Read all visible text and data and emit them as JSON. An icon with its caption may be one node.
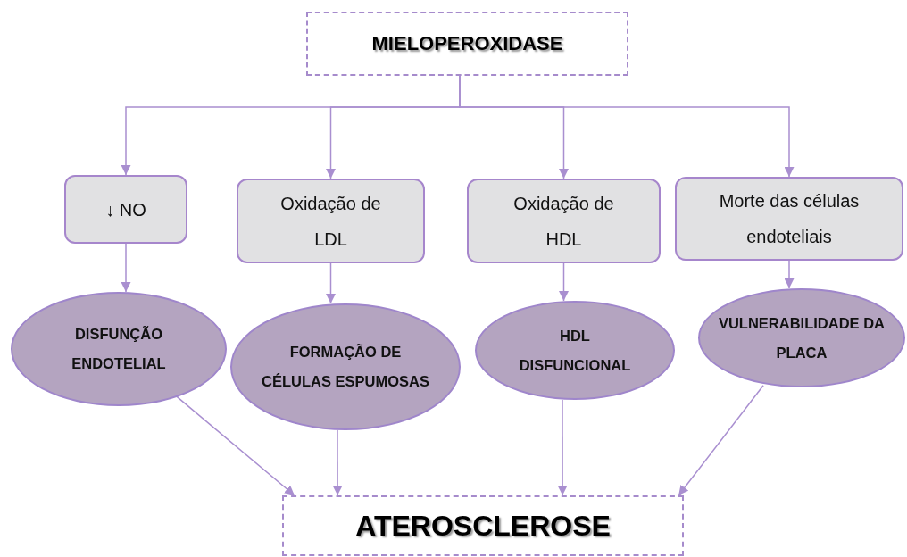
{
  "diagram": {
    "nodes": [
      {
        "text": [
          "MIELOPEROXIDASE"
        ]
      },
      {
        "text": [
          "↓ NO"
        ]
      },
      {
        "text": [
          "Oxidação de LDL"
        ]
      },
      {
        "text": [
          "Oxidação de HDL"
        ]
      },
      {
        "text": [
          "Morte das células endoteliais"
        ]
      },
      {
        "text": [
          "DISFUNÇÃO ENDOTELIAL"
        ]
      },
      {
        "text": [
          "FORMAÇÃO DE CÉLULAS ESPUMOSAS"
        ]
      },
      {
        "text": [
          "HDL DISFUNCIONAL"
        ]
      },
      {
        "text": [
          "VULNERABILIDADE DA PLACA"
        ]
      },
      {
        "text": [
          "ATEROSCLEROSE"
        ]
      }
    ],
    "edges": [
      {
        "from": 0,
        "to": 1,
        "arrow": "to"
      },
      {
        "from": 0,
        "to": 2,
        "arrow": "to"
      },
      {
        "from": 0,
        "to": 3,
        "arrow": "to"
      },
      {
        "from": 0,
        "to": 4,
        "arrow": "to"
      },
      {
        "from": 1,
        "to": 5,
        "arrow": "to"
      },
      {
        "from": 2,
        "to": 6,
        "arrow": "to"
      },
      {
        "from": 3,
        "to": 7,
        "arrow": "to"
      },
      {
        "from": 4,
        "to": 8,
        "arrow": "to"
      },
      {
        "from": 5,
        "to": 9,
        "arrow": "to"
      },
      {
        "from": 6,
        "to": 9,
        "arrow": "to"
      },
      {
        "from": 7,
        "to": 9,
        "arrow": "to"
      },
      {
        "from": 8,
        "to": 9,
        "arrow": "to"
      }
    ]
  }
}
